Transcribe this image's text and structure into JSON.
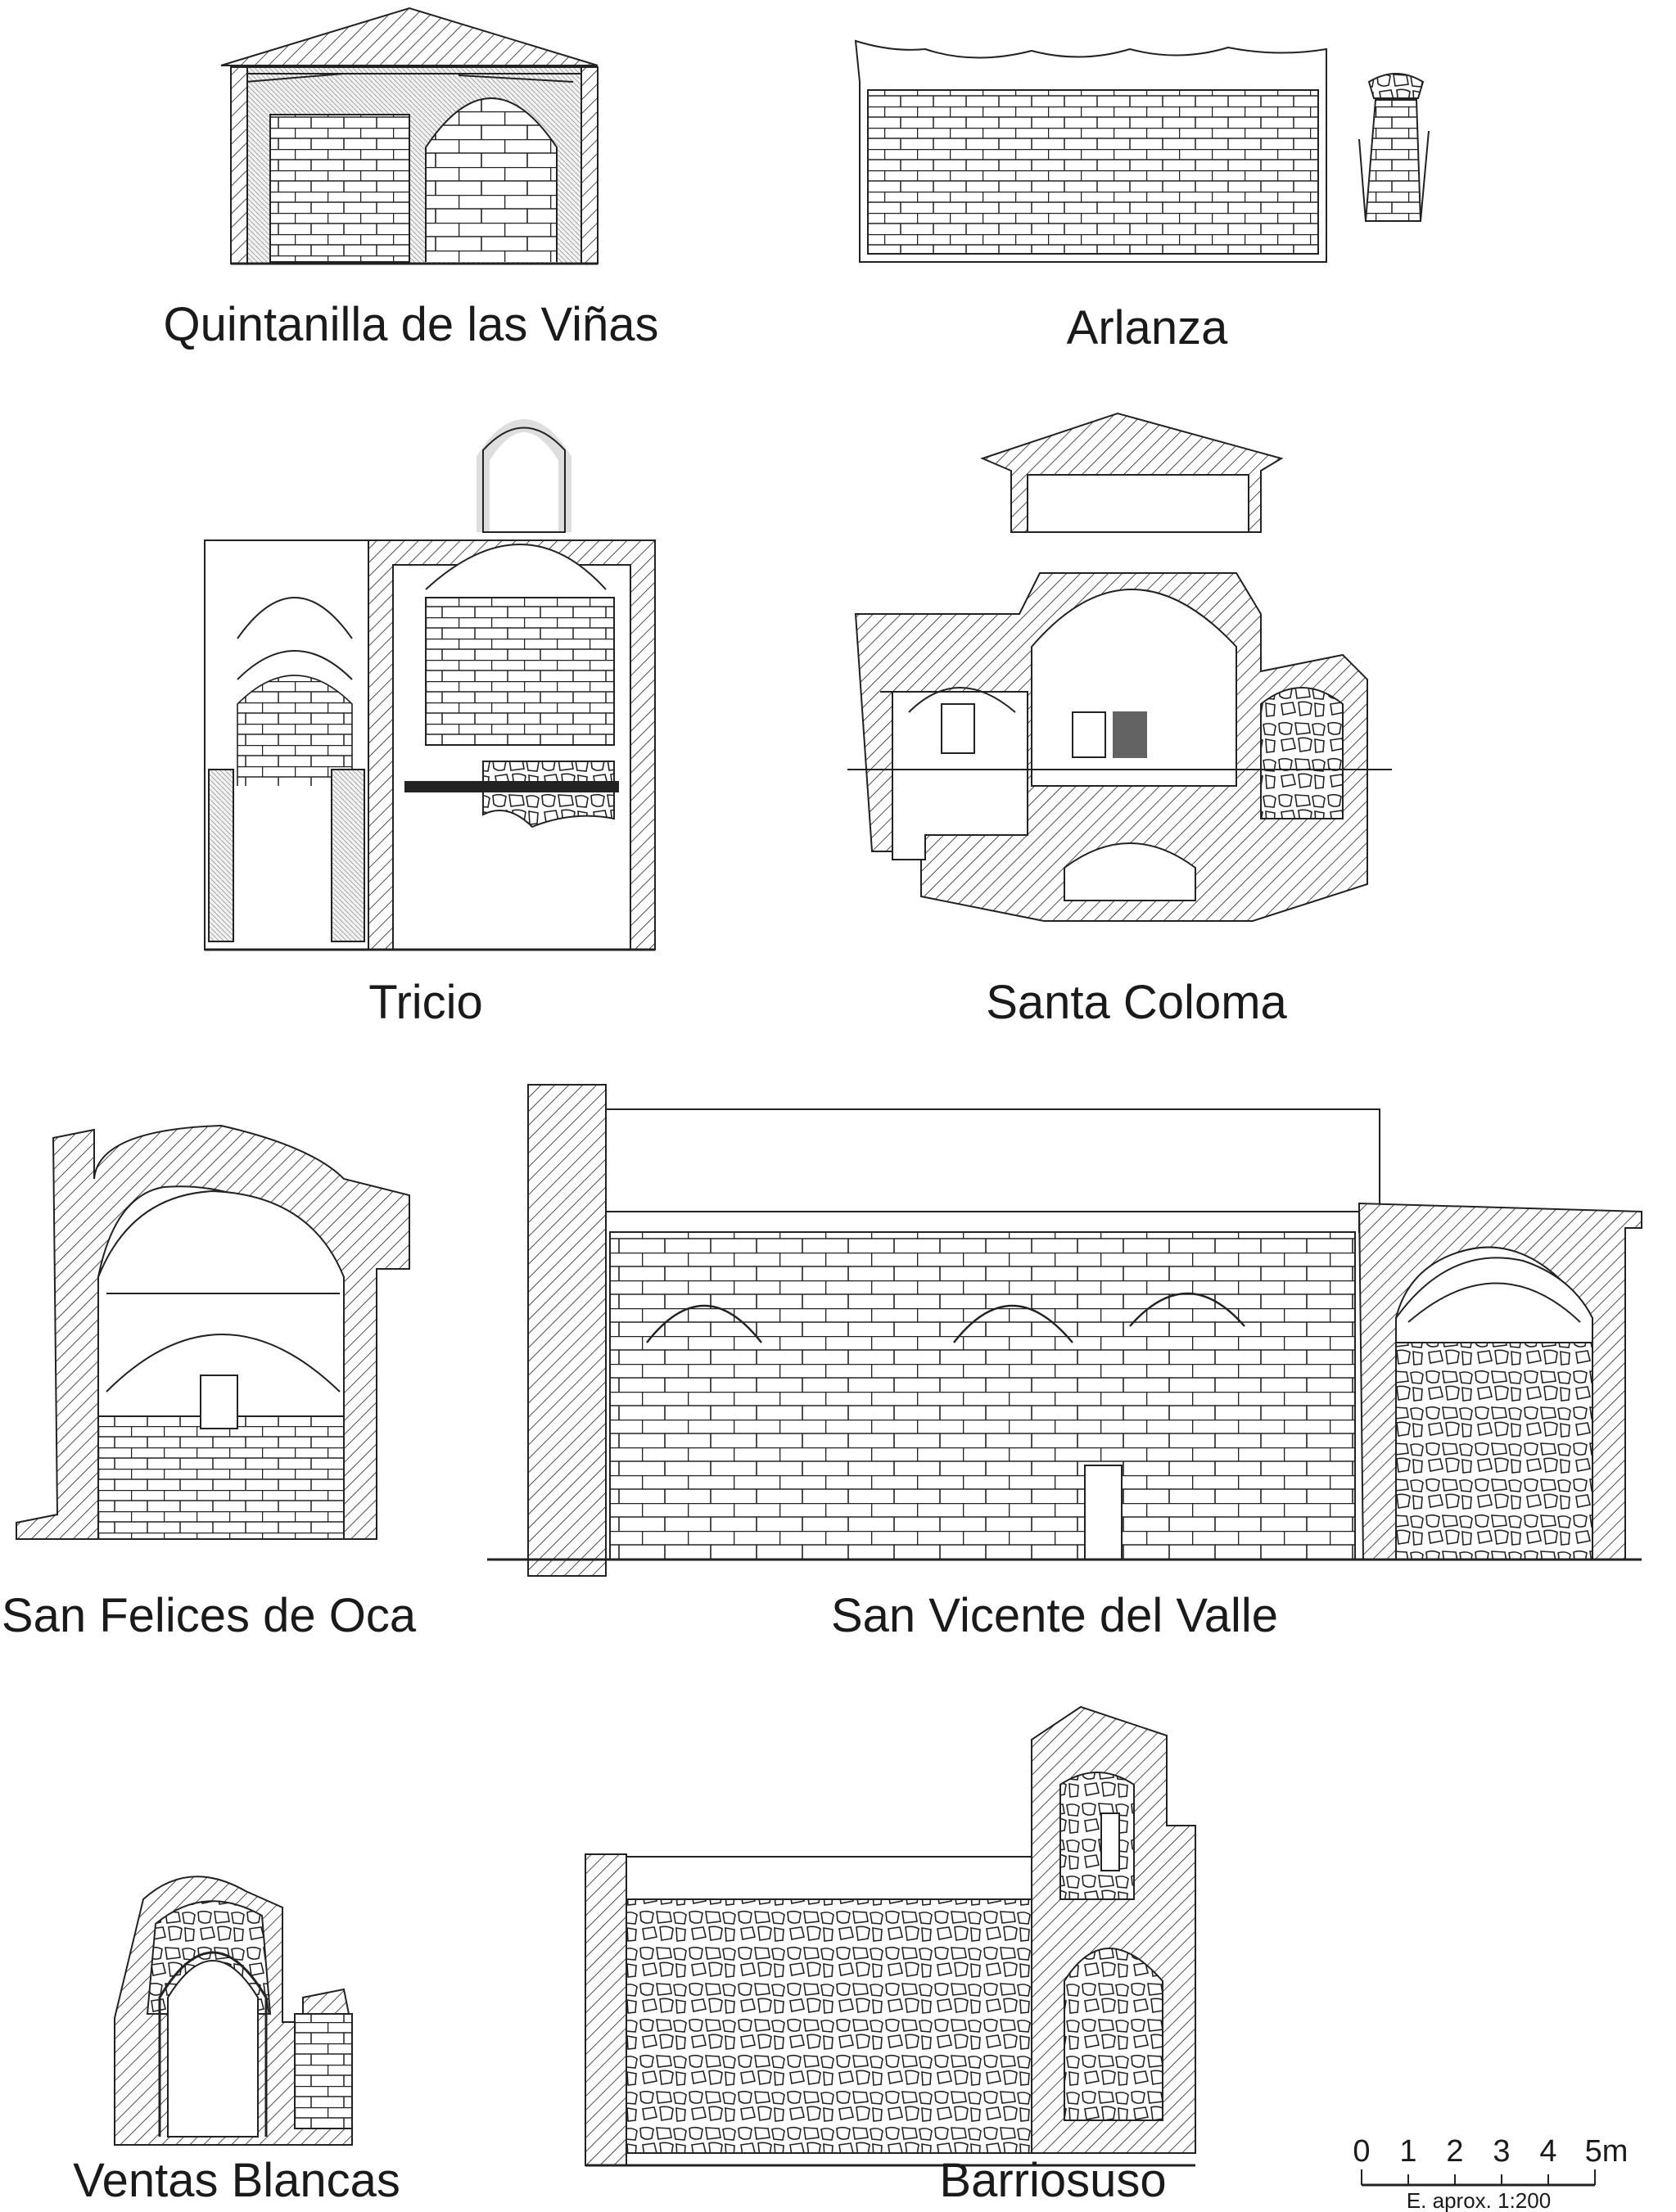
{
  "sections": [
    {
      "id": "quintanilla",
      "label": "Quintanilla de las Viñas"
    },
    {
      "id": "arlanza",
      "label": "Arlanza"
    },
    {
      "id": "tricio",
      "label": "Tricio"
    },
    {
      "id": "santa_coloma",
      "label": "Santa Coloma"
    },
    {
      "id": "san_felices",
      "label": "San Felices de Oca"
    },
    {
      "id": "san_vicente",
      "label": "San Vicente del Valle"
    },
    {
      "id": "ventas_blancas",
      "label": "Ventas Blancas"
    },
    {
      "id": "barriosuso",
      "label": "Barriosuso"
    }
  ],
  "scale_bar": {
    "ticks": [
      "0",
      "1",
      "2",
      "3",
      "4",
      "5m"
    ],
    "note": "E. aprox. 1:200"
  }
}
